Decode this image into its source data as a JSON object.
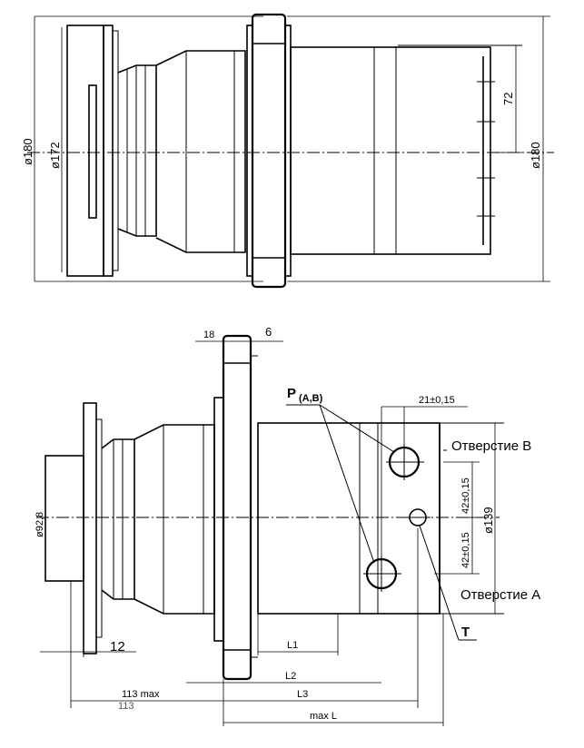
{
  "top_view": {
    "dim_outer_diameter_left": "ø180",
    "dim_flange_diameter": "ø172",
    "dim_outer_diameter_right": "ø180",
    "dim_port_offset": "72"
  },
  "bottom_view": {
    "dim_flange_thickness": "18",
    "dim_ring_thickness": "6",
    "ports_label_main": "P",
    "ports_label_sub": "(A,B)",
    "dim_port_spacing_h": "21±0,15",
    "port_b_label": "Отверстие B",
    "port_a_label": "Отверстие A",
    "dim_upper_offset": "42±0,15",
    "dim_lower_offset": "42±0,15",
    "dim_body_diameter": "ø139",
    "dim_shaft_diameter": "ø92,8",
    "dim_shaft_flange": "12",
    "drain_label": "T",
    "dim_l1": "L1",
    "dim_l2": "L2",
    "dim_l3": "L3",
    "dim_113_max": "113 max",
    "dim_113": "113",
    "dim_max_l": "max L"
  }
}
